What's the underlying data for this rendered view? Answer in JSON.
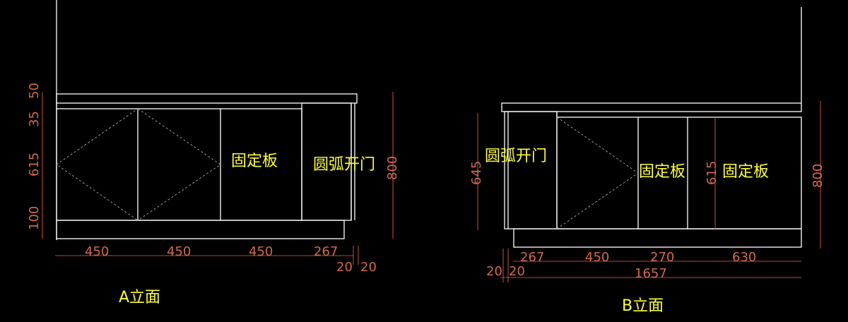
{
  "colors": {
    "background": "#000000",
    "outline": "#ffffff",
    "dimension": "#d06a4f",
    "label": "#ffff3b"
  },
  "elevation_a": {
    "title": "A立面",
    "labels": {
      "fixed_panel": "固定板",
      "arc_door": "圆弧开门"
    },
    "dims_vertical_left": [
      "50",
      "35",
      "615",
      "100"
    ],
    "dims_horizontal": [
      "450",
      "450",
      "450",
      "267",
      "20",
      "20"
    ],
    "dim_right": "800"
  },
  "elevation_b": {
    "title": "B立面",
    "labels": {
      "arc_door": "圆弧开门",
      "fixed_panel_1": "固定板",
      "fixed_panel_2": "固定板"
    },
    "dim_left": "645",
    "dim_inner": "615",
    "dims_horizontal": [
      "267",
      "450",
      "270",
      "630"
    ],
    "dims_small": [
      "20",
      "20"
    ],
    "dim_total": "1657",
    "dim_right": "800"
  }
}
